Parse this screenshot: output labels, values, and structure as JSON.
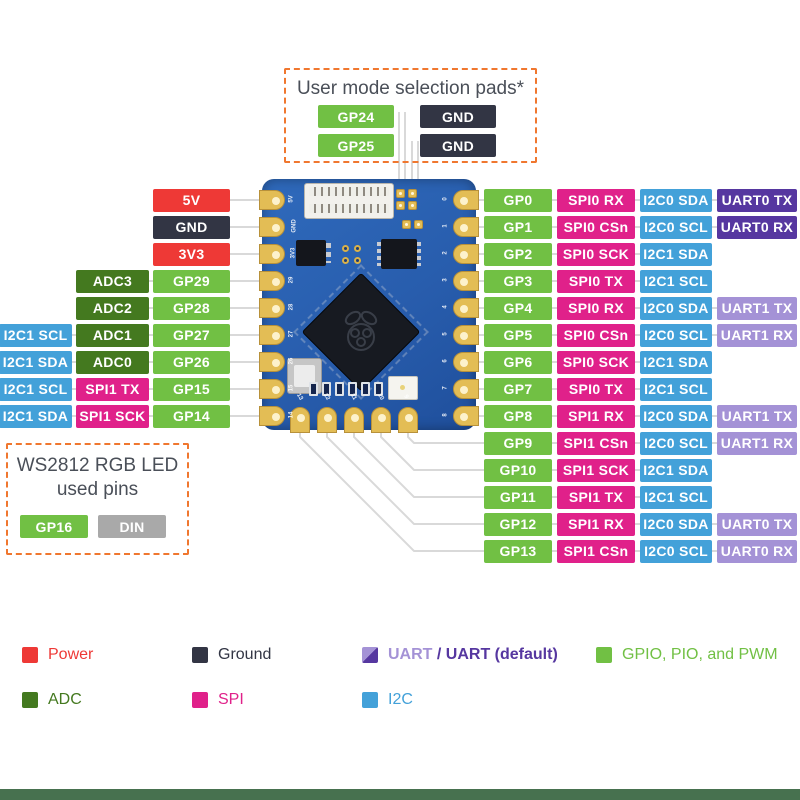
{
  "colors": {
    "power": "#ee3936",
    "ground": "#323544",
    "gpio": "#71c044",
    "adc": "#44791f",
    "spi": "#e0218a",
    "i2c": "#43a1d9",
    "uart_default": "#5637a0",
    "uart": "#a492d6",
    "din": "#a9a9a9",
    "dash_accent": "#f0772f",
    "wire": "#d9d9d9",
    "board_blue": "#2a60b2",
    "footer_green": "#47714f"
  },
  "top_box": {
    "title": "User mode selection pads*",
    "rows": [
      [
        {
          "text": "GP24",
          "type": "gpio"
        },
        {
          "text": "GND",
          "type": "ground"
        }
      ],
      [
        {
          "text": "GP25",
          "type": "gpio"
        },
        {
          "text": "GND",
          "type": "ground"
        }
      ]
    ]
  },
  "left_rows": [
    [
      {
        "text": "5V",
        "type": "power"
      }
    ],
    [
      {
        "text": "GND",
        "type": "ground"
      }
    ],
    [
      {
        "text": "3V3",
        "type": "power"
      }
    ],
    [
      {
        "text": "ADC3",
        "type": "adc"
      },
      {
        "text": "GP29",
        "type": "gpio"
      }
    ],
    [
      {
        "text": "ADC2",
        "type": "adc"
      },
      {
        "text": "GP28",
        "type": "gpio"
      }
    ],
    [
      {
        "text": "I2C1 SCL",
        "type": "i2c"
      },
      {
        "text": "ADC1",
        "type": "adc"
      },
      {
        "text": "GP27",
        "type": "gpio"
      }
    ],
    [
      {
        "text": "I2C1 SDA",
        "type": "i2c"
      },
      {
        "text": "ADC0",
        "type": "adc"
      },
      {
        "text": "GP26",
        "type": "gpio"
      }
    ],
    [
      {
        "text": "I2C1 SCL",
        "type": "i2c"
      },
      {
        "text": "SPI1 TX",
        "type": "spi"
      },
      {
        "text": "GP15",
        "type": "gpio"
      }
    ],
    [
      {
        "text": "I2C1 SDA",
        "type": "i2c"
      },
      {
        "text": "SPI1 SCK",
        "type": "spi"
      },
      {
        "text": "GP14",
        "type": "gpio"
      }
    ]
  ],
  "right_rows": [
    [
      {
        "text": "GP0",
        "type": "gpio"
      },
      {
        "text": "SPI0 RX",
        "type": "spi"
      },
      {
        "text": "I2C0 SDA",
        "type": "i2c"
      },
      {
        "text": "UART0 TX",
        "type": "uart_default"
      }
    ],
    [
      {
        "text": "GP1",
        "type": "gpio"
      },
      {
        "text": "SPI0 CSn",
        "type": "spi"
      },
      {
        "text": "I2C0 SCL",
        "type": "i2c"
      },
      {
        "text": "UART0 RX",
        "type": "uart_default"
      }
    ],
    [
      {
        "text": "GP2",
        "type": "gpio"
      },
      {
        "text": "SPI0 SCK",
        "type": "spi"
      },
      {
        "text": "I2C1 SDA",
        "type": "i2c"
      }
    ],
    [
      {
        "text": "GP3",
        "type": "gpio"
      },
      {
        "text": "SPI0 TX",
        "type": "spi"
      },
      {
        "text": "I2C1 SCL",
        "type": "i2c"
      }
    ],
    [
      {
        "text": "GP4",
        "type": "gpio"
      },
      {
        "text": "SPI0 RX",
        "type": "spi"
      },
      {
        "text": "I2C0 SDA",
        "type": "i2c"
      },
      {
        "text": "UART1 TX",
        "type": "uart"
      }
    ],
    [
      {
        "text": "GP5",
        "type": "gpio"
      },
      {
        "text": "SPI0 CSn",
        "type": "spi"
      },
      {
        "text": "I2C0 SCL",
        "type": "i2c"
      },
      {
        "text": "UART1 RX",
        "type": "uart"
      }
    ],
    [
      {
        "text": "GP6",
        "type": "gpio"
      },
      {
        "text": "SPI0 SCK",
        "type": "spi"
      },
      {
        "text": "I2C1 SDA",
        "type": "i2c"
      }
    ],
    [
      {
        "text": "GP7",
        "type": "gpio"
      },
      {
        "text": "SPI0 TX",
        "type": "spi"
      },
      {
        "text": "I2C1 SCL",
        "type": "i2c"
      }
    ],
    [
      {
        "text": "GP8",
        "type": "gpio"
      },
      {
        "text": "SPI1 RX",
        "type": "spi"
      },
      {
        "text": "I2C0 SDA",
        "type": "i2c"
      },
      {
        "text": "UART1 TX",
        "type": "uart"
      }
    ],
    [
      {
        "text": "GP9",
        "type": "gpio"
      },
      {
        "text": "SPI1 CSn",
        "type": "spi"
      },
      {
        "text": "I2C0 SCL",
        "type": "i2c"
      },
      {
        "text": "UART1 RX",
        "type": "uart"
      }
    ],
    [
      {
        "text": "GP10",
        "type": "gpio"
      },
      {
        "text": "SPI1 SCK",
        "type": "spi"
      },
      {
        "text": "I2C1 SDA",
        "type": "i2c"
      }
    ],
    [
      {
        "text": "GP11",
        "type": "gpio"
      },
      {
        "text": "SPI1 TX",
        "type": "spi"
      },
      {
        "text": "I2C1 SCL",
        "type": "i2c"
      }
    ],
    [
      {
        "text": "GP12",
        "type": "gpio"
      },
      {
        "text": "SPI1 RX",
        "type": "spi"
      },
      {
        "text": "I2C0 SDA",
        "type": "i2c"
      },
      {
        "text": "UART0 TX",
        "type": "uart"
      }
    ],
    [
      {
        "text": "GP13",
        "type": "gpio"
      },
      {
        "text": "SPI1 CSn",
        "type": "spi"
      },
      {
        "text": "I2C0 SCL",
        "type": "i2c"
      },
      {
        "text": "UART0 RX",
        "type": "uart"
      }
    ]
  ],
  "ws_box": {
    "title_line1": "WS2812 RGB LED",
    "title_line2": "used pins",
    "pins": [
      {
        "text": "GP16",
        "type": "gpio"
      },
      {
        "text": "DIN",
        "type": "din"
      }
    ]
  },
  "legend": {
    "row1": [
      {
        "label": "Power",
        "type": "power"
      },
      {
        "label": "Ground",
        "type": "ground"
      },
      {
        "label_parts": [
          {
            "text": "UART",
            "type": "uart"
          },
          {
            "text": " / ",
            "type": "uart_default"
          },
          {
            "text": "UART (default)",
            "type": "uart_default"
          }
        ],
        "swatch": "uart_split"
      },
      {
        "label": "GPIO, PIO, and PWM",
        "type": "gpio"
      }
    ],
    "row2": [
      {
        "label": "ADC",
        "type": "adc"
      },
      {
        "label": "SPI",
        "type": "spi"
      },
      {
        "label": "I2C",
        "type": "i2c"
      }
    ]
  },
  "board_silkscreen": {
    "left": [
      "5V",
      "GND",
      "3V3",
      "29",
      "28",
      "27",
      "26",
      "15",
      "14"
    ],
    "right": [
      "0",
      "1",
      "2",
      "3",
      "4",
      "5",
      "6",
      "7",
      "8"
    ],
    "bottom": [
      "13",
      "12",
      "11",
      "10",
      "9"
    ]
  }
}
